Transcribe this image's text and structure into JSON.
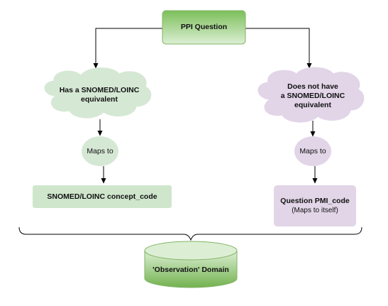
{
  "nodes": {
    "ppi_question": "PPI Question",
    "left_cloud": [
      "Has a SNOMED/LOINC",
      "equivalent"
    ],
    "right_cloud": [
      "Does not have",
      "a SNOMED/LOINC",
      "equivalent"
    ],
    "left_maps": "Maps to",
    "right_maps": "Maps to",
    "left_result": "SNOMED/LOINC concept_code",
    "right_result": "Question PMI_code",
    "right_result_note": "(Maps to itself)",
    "domain": "'Observation' Domain"
  },
  "colors": {
    "green_fill": "#d5e8d4",
    "green_box": "#cfe6cc",
    "green_grad_top": "#7cbf5a",
    "green_grad_bottom": "#dcefd4",
    "green_stroke": "#82b366",
    "purple_fill": "#e1d5e7",
    "purple_stroke": "#9673a6",
    "connector": "#000000"
  }
}
